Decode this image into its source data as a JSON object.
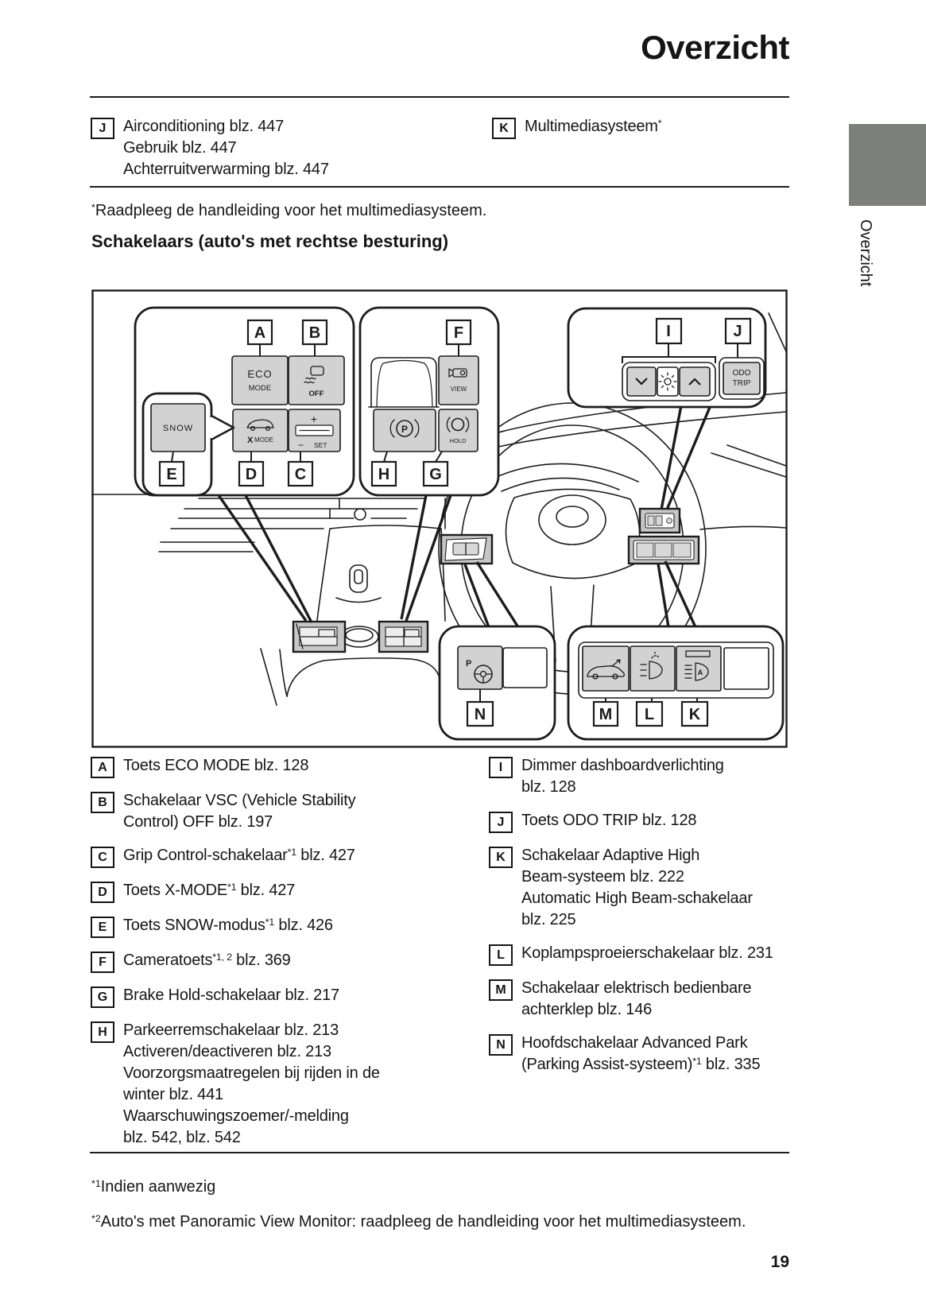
{
  "page": {
    "title": "Overzicht",
    "sidebar_tab": "Overzicht",
    "page_number": "19",
    "section_heading": "Schakelaars (auto's met rechtse besturing)"
  },
  "colors": {
    "sidebar_gray": "#7b807b",
    "button_gray": "#d2d2d2",
    "switch_gray": "#c6c6c6",
    "ink": "#1c1c1c"
  },
  "top_legend": [
    {
      "key": "J",
      "lines": [
        [
          {
            "t": "Airconditioning blz. 447"
          }
        ],
        [
          {
            "t": "Gebruik blz. 447"
          }
        ],
        [
          {
            "t": "Achterruitverwarming blz. 447"
          }
        ]
      ]
    },
    {
      "key": "K",
      "lines": [
        [
          {
            "t": "Multimediasysteem"
          },
          {
            "sup": "*"
          }
        ]
      ]
    }
  ],
  "footnote_top": [
    [
      {
        "sup": "*"
      },
      {
        "t": "Raadpleeg de handleiding voor het multimediasysteem."
      }
    ]
  ],
  "legend_left": [
    {
      "key": "A",
      "lines": [
        [
          {
            "t": "Toets ECO MODE blz. 128"
          }
        ]
      ]
    },
    {
      "key": "B",
      "lines": [
        [
          {
            "t": "Schakelaar VSC (Vehicle Stability"
          }
        ],
        [
          {
            "t": "Control) OFF blz. 197"
          }
        ]
      ]
    },
    {
      "key": "C",
      "lines": [
        [
          {
            "t": "Grip Control-schakelaar"
          },
          {
            "sup": "*1"
          },
          {
            "t": " blz. 427"
          }
        ]
      ]
    },
    {
      "key": "D",
      "lines": [
        [
          {
            "t": "Toets X-MODE"
          },
          {
            "sup": "*1"
          },
          {
            "t": " blz. 427"
          }
        ]
      ]
    },
    {
      "key": "E",
      "lines": [
        [
          {
            "t": "Toets SNOW-modus"
          },
          {
            "sup": "*1"
          },
          {
            "t": " blz. 426"
          }
        ]
      ]
    },
    {
      "key": "F",
      "lines": [
        [
          {
            "t": "Cameratoets"
          },
          {
            "sup": "*1, 2"
          },
          {
            "t": " blz. 369"
          }
        ]
      ]
    },
    {
      "key": "G",
      "lines": [
        [
          {
            "t": "Brake Hold-schakelaar blz. 217"
          }
        ]
      ]
    },
    {
      "key": "H",
      "lines": [
        [
          {
            "t": "Parkeerremschakelaar blz. 213"
          }
        ],
        [
          {
            "t": "Activeren/deactiveren blz. 213"
          }
        ],
        [
          {
            "t": "Voorzorgsmaatregelen bij rijden in de"
          }
        ],
        [
          {
            "t": "winter blz. 441"
          }
        ],
        [
          {
            "t": "Waarschuwingszoemer/-melding"
          }
        ],
        [
          {
            "t": "blz. 542, blz. 542"
          }
        ]
      ]
    }
  ],
  "legend_right": [
    {
      "key": "I",
      "lines": [
        [
          {
            "t": "Dimmer dashboardverlichting"
          }
        ],
        [
          {
            "t": "blz. 128"
          }
        ]
      ]
    },
    {
      "key": "J",
      "lines": [
        [
          {
            "t": "Toets ODO TRIP blz. 128"
          }
        ]
      ]
    },
    {
      "key": "K",
      "lines": [
        [
          {
            "t": "Schakelaar Adaptive High"
          }
        ],
        [
          {
            "t": "Beam-systeem blz. 222"
          }
        ],
        [
          {
            "t": "Automatic High Beam-schakelaar"
          }
        ],
        [
          {
            "t": "blz. 225"
          }
        ]
      ]
    },
    {
      "key": "L",
      "lines": [
        [
          {
            "t": "Koplampsproeierschakelaar blz. 231"
          }
        ]
      ]
    },
    {
      "key": "M",
      "lines": [
        [
          {
            "t": "Schakelaar elektrisch bedienbare"
          }
        ],
        [
          {
            "t": "achterklep blz. 146"
          }
        ]
      ]
    },
    {
      "key": "N",
      "lines": [
        [
          {
            "t": "Hoofdschakelaar Advanced Park"
          }
        ],
        [
          {
            "t": "(Parking Assist-systeem)"
          },
          {
            "sup": "*1"
          },
          {
            "t": " blz. 335"
          }
        ]
      ]
    }
  ],
  "footnotes_bottom": [
    [
      {
        "sup": "*1"
      },
      {
        "t": "Indien aanwezig"
      }
    ],
    [
      {
        "sup": "*2"
      },
      {
        "t": "Auto's met Panoramic View Monitor: raadpleeg de handleiding voor het multimediasysteem."
      }
    ]
  ],
  "diagram": {
    "labels": {
      "a": "A",
      "b": "B",
      "c": "C",
      "d": "D",
      "e": "E",
      "f": "F",
      "g": "G",
      "h": "H",
      "i": "I",
      "j": "J",
      "k": "K",
      "l": "L",
      "m": "M",
      "n": "N"
    },
    "buttons": {
      "eco1": "ECO",
      "eco2": "MODE",
      "off": "OFF",
      "xmode_x": "X",
      "xmode": "MODE",
      "plus": "+",
      "minus": "−",
      "set": "SET",
      "snow": "SNOW",
      "view": "VIEW",
      "p": "P",
      "hold": "HOLD",
      "odo": "ODO",
      "trip": "TRIP",
      "park_p": "P",
      "ahb_a": "A"
    }
  }
}
